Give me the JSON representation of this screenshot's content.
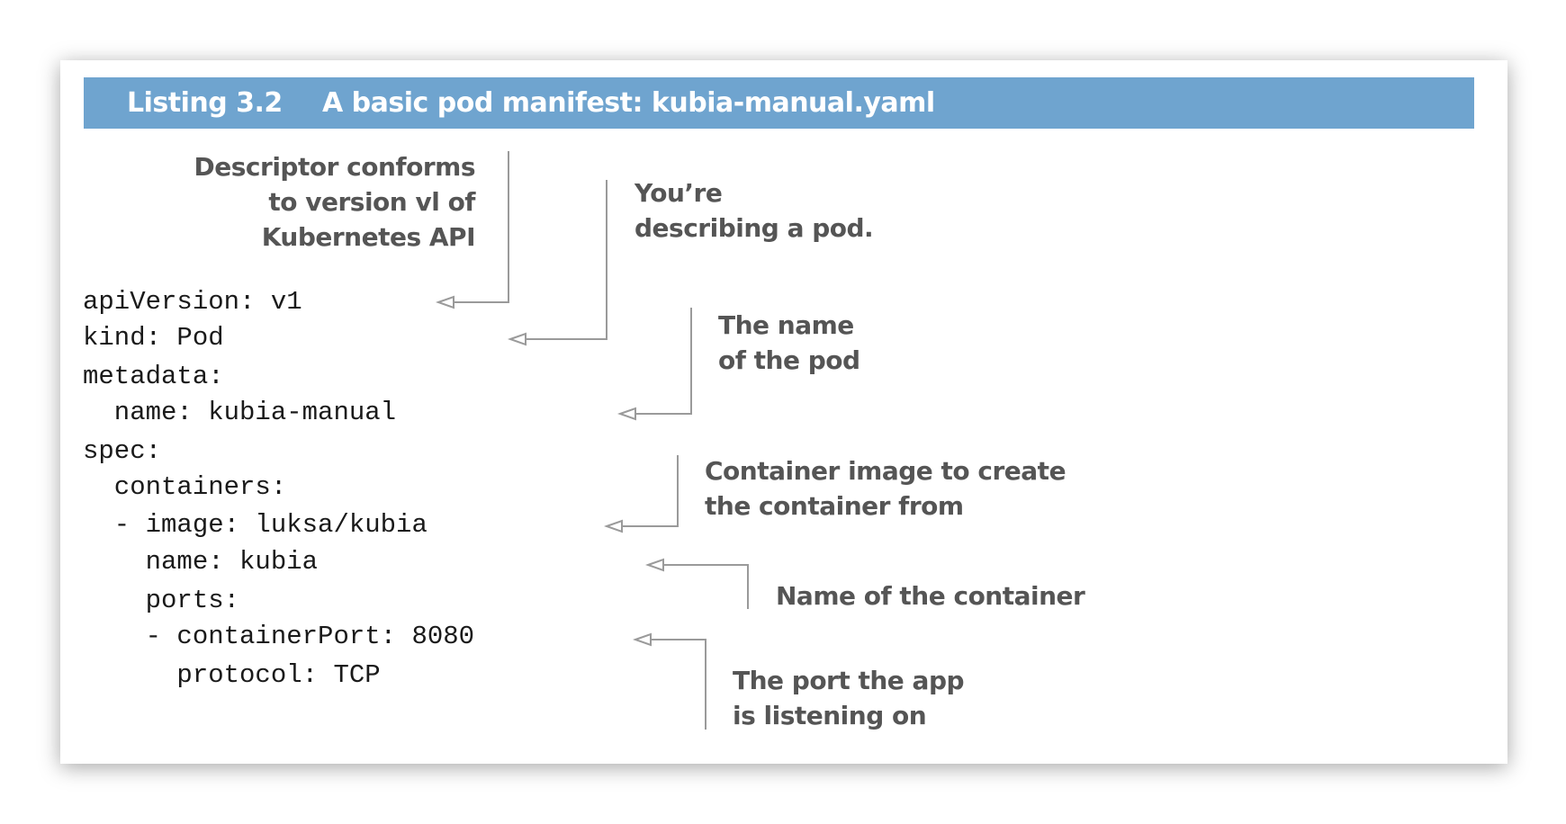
{
  "listing": {
    "label": "Listing 3.2",
    "title": "A basic pod manifest: kubia-manual.yaml"
  },
  "code_lines": [
    "apiVersion: v1",
    "kind: Pod",
    "metadata:",
    "  name: kubia-manual",
    "spec:",
    "  containers:",
    "  - image: luksa/kubia",
    "    name: kubia",
    "    ports:",
    "    - containerPort: 8080",
    "      protocol: TCP"
  ],
  "annotations": {
    "api_version": [
      "Descriptor conforms",
      "to version vl of",
      "Kubernetes API"
    ],
    "kind": [
      "You’re",
      "describing a pod."
    ],
    "pod_name": [
      "The name",
      "of the pod"
    ],
    "image": [
      "Container image to create",
      "the container from"
    ],
    "container_name": [
      "Name of the container"
    ],
    "port": [
      "The port the app",
      "is listening on"
    ]
  },
  "colors": {
    "banner": "#6fa4cf",
    "annotation_text": "#555555",
    "callout_line": "#9a9a9a"
  }
}
